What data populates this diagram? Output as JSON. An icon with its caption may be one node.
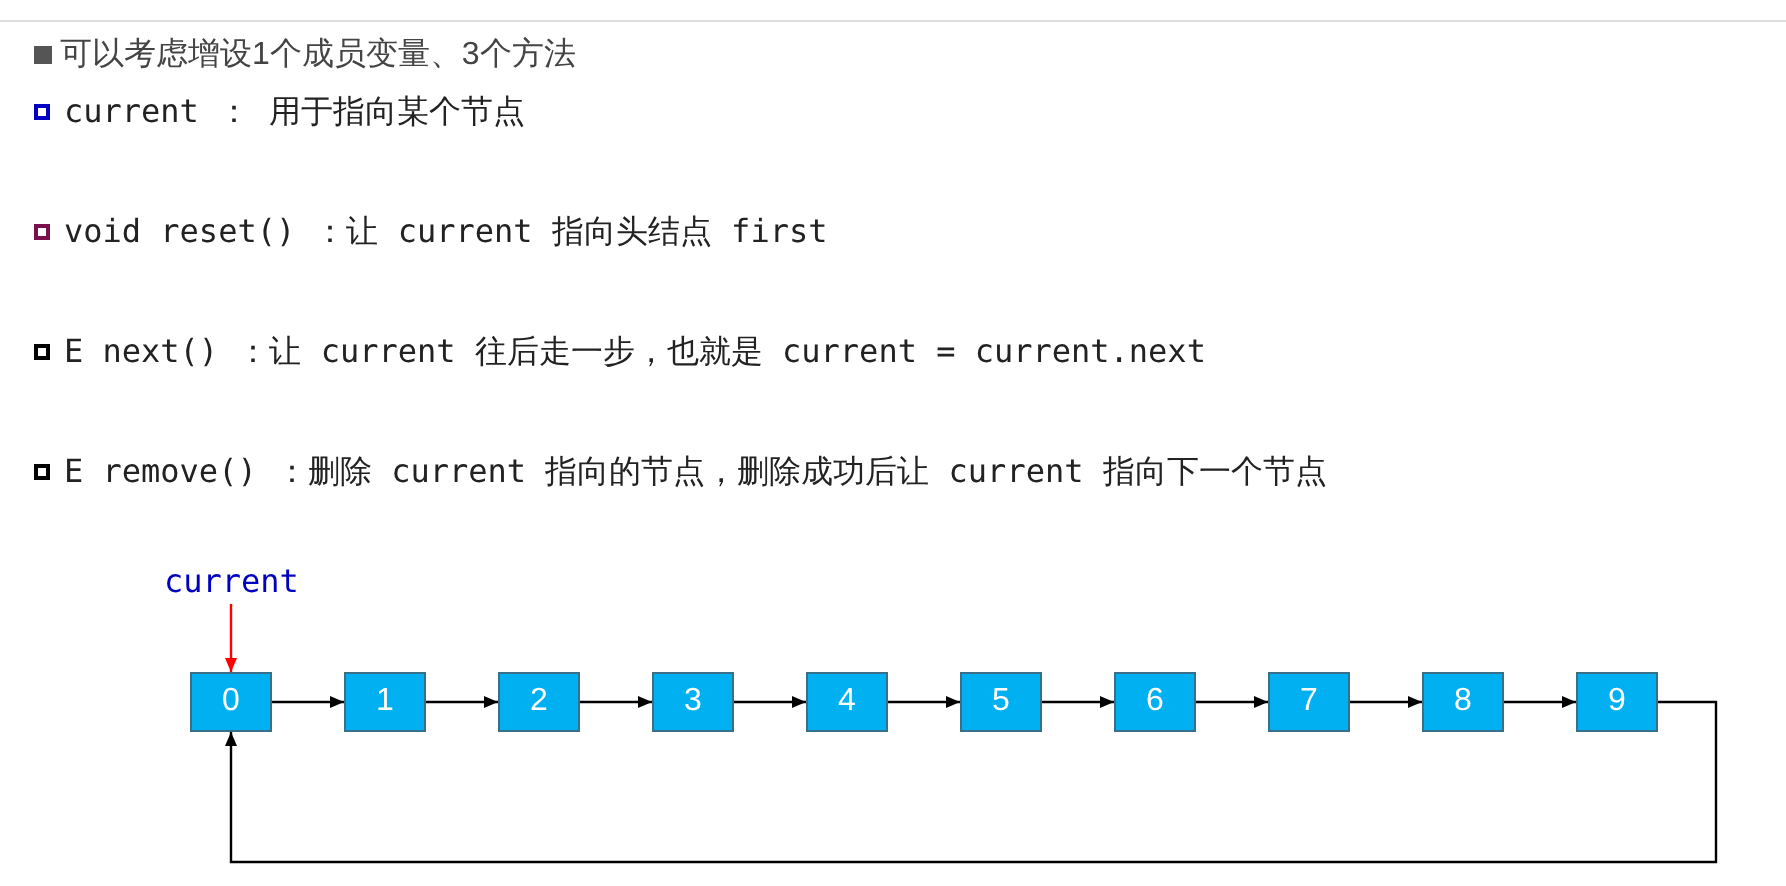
{
  "diagram": {
    "nodes": [
      {
        "text": [
          "current"
        ]
      },
      {
        "text": [
          "0"
        ]
      },
      {
        "text": [
          "1"
        ]
      },
      {
        "text": [
          "2"
        ]
      },
      {
        "text": [
          "3"
        ]
      },
      {
        "text": [
          "4"
        ]
      },
      {
        "text": [
          "5"
        ]
      },
      {
        "text": [
          "6"
        ]
      },
      {
        "text": [
          "7"
        ]
      },
      {
        "text": [
          "8"
        ]
      },
      {
        "text": [
          "9"
        ]
      }
    ],
    "edges": [
      {
        "from": 0,
        "to": 1,
        "arrow": "to",
        "color": "#ff0000"
      },
      {
        "from": 1,
        "to": 2,
        "arrow": "to"
      },
      {
        "from": 2,
        "to": 3,
        "arrow": "to"
      },
      {
        "from": 3,
        "to": 4,
        "arrow": "to"
      },
      {
        "from": 4,
        "to": 5,
        "arrow": "to"
      },
      {
        "from": 5,
        "to": 6,
        "arrow": "to"
      },
      {
        "from": 6,
        "to": 7,
        "arrow": "to"
      },
      {
        "from": 7,
        "to": 8,
        "arrow": "to"
      },
      {
        "from": 8,
        "to": 9,
        "arrow": "to"
      },
      {
        "from": 9,
        "to": 10,
        "arrow": "to"
      },
      {
        "from": 10,
        "to": 1,
        "arrow": "to"
      }
    ],
    "labels": [
      "可以考虑增设1个成员变量、3个方法",
      "current ： 用于指向某个节点",
      "void reset() ：让 current 指向头结点 first",
      "E next() ：让 current 往后走一步，也就是 current = current.next",
      "E remove() ：删除 current 指向的节点，删除成功后让 current 指向下一个节点"
    ]
  }
}
